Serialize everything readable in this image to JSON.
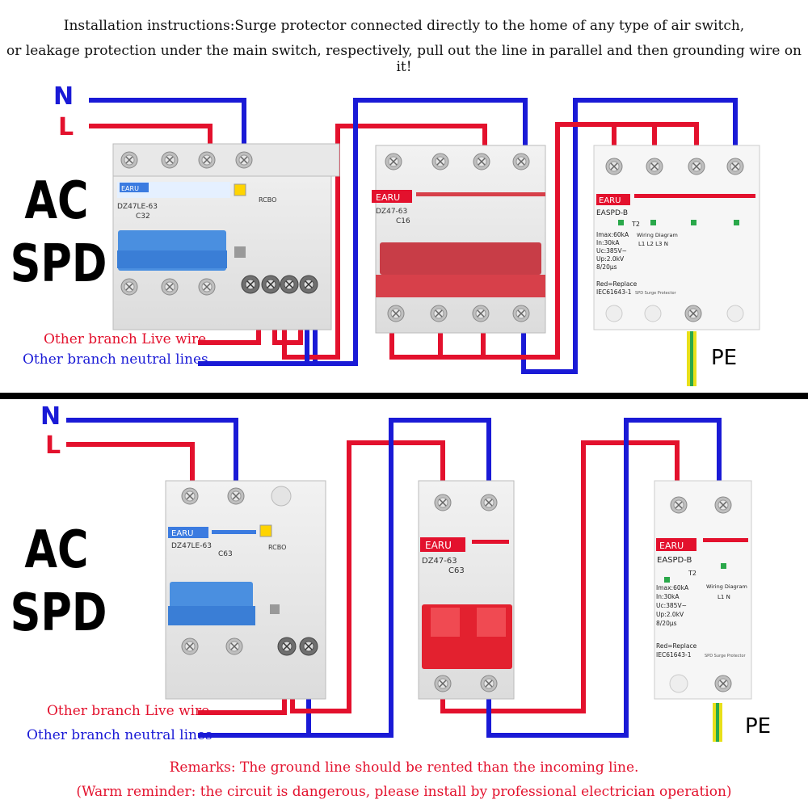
{
  "header": {
    "line1": "Installation instructions:Surge protector connected directly to the home of any type of air switch,",
    "line2": "or leakage protection under the main switch, respectively, pull out the line in parallel and then grounding wire on it!"
  },
  "panels": [
    {
      "title_line1": "AC",
      "title_line2": "SPD",
      "n_label": "N",
      "l_label": "L",
      "branch_live": "Other branch Live wire",
      "branch_neutral": "Other branch neutral lines",
      "pe_label": "PE",
      "rcbo": {
        "brand": "EARU",
        "model": "DZ47LE-63",
        "rating": "C32",
        "tag": "RCBO",
        "poles": 4
      },
      "mcb": {
        "brand": "EARU",
        "model": "DZ47-63",
        "rating": "C16",
        "poles": 4
      },
      "spd": {
        "brand": "EARU",
        "model": "EASPD-B",
        "class": "T2",
        "specs": [
          "Imax:60kA",
          "In:30kA",
          "Uc:385V~",
          "Up:2.0kV",
          "8/20μs"
        ],
        "wiring_title": "Wiring Diagram",
        "terminals": "L1 L2 L3 N",
        "replace": "Red=Replace",
        "standard": "IEC61643-1",
        "footer": "SPD Surge Protector",
        "poles": 4
      }
    },
    {
      "title_line1": "AC",
      "title_line2": "SPD",
      "n_label": "N",
      "l_label": "L",
      "branch_live": "Other branch Live wire",
      "branch_neutral": "Other branch neutral lines",
      "pe_label": "PE",
      "rcbo": {
        "brand": "EARU",
        "model": "DZ47LE-63",
        "rating": "C63",
        "tag": "RCBO",
        "poles": 2
      },
      "mcb": {
        "brand": "EARU",
        "model": "DZ47-63",
        "rating": "C63",
        "poles": 2
      },
      "spd": {
        "brand": "EARU",
        "model": "EASPD-B",
        "class": "T2",
        "specs": [
          "Imax:60kA",
          "In:30kA",
          "Uc:385V~",
          "Up:2.0kV",
          "8/20μs"
        ],
        "wiring_title": "Wiring Diagram",
        "terminals": "L1 N",
        "replace": "Red=Replace",
        "standard": "IEC61643-1",
        "footer": "SPD Surge Protector",
        "poles": 2
      }
    }
  ],
  "remarks": {
    "line1": "Remarks: The ground line should be rented than the incoming line.",
    "line2": "(Warm reminder: the circuit is dangerous, please install by professional electrician operation)"
  },
  "colors": {
    "live": "#e3112d",
    "neutral": "#1a1ad6",
    "mcb_handle": "#d7404a",
    "rcbo_handle": "#4a8fe0",
    "ground_yellow": "#e8e01a",
    "ground_green": "#2aa84a"
  }
}
